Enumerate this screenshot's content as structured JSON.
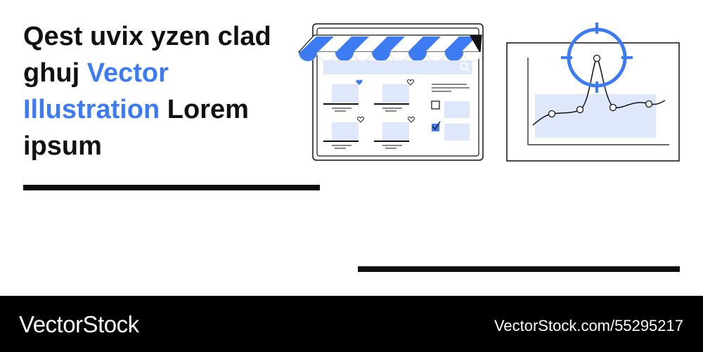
{
  "headline": {
    "part1": "Qest uvix yzen clad ghuj ",
    "accent": "Vector Illustration",
    "part2": " Lorem ipsum"
  },
  "colors": {
    "accent": "#3d7bf2",
    "light_fill": "#dfe8fb",
    "ink": "#111111",
    "footer_bg": "#000000"
  },
  "illustrations": {
    "shop": {
      "icons": [
        "awning",
        "search-icon",
        "heart-icon",
        "checkbox",
        "checkmark-icon"
      ]
    },
    "chart": {
      "icons": [
        "crosshair-icon"
      ]
    }
  },
  "footer": {
    "brand": "VectorStock",
    "url": "VectorStock.com/55295217"
  }
}
